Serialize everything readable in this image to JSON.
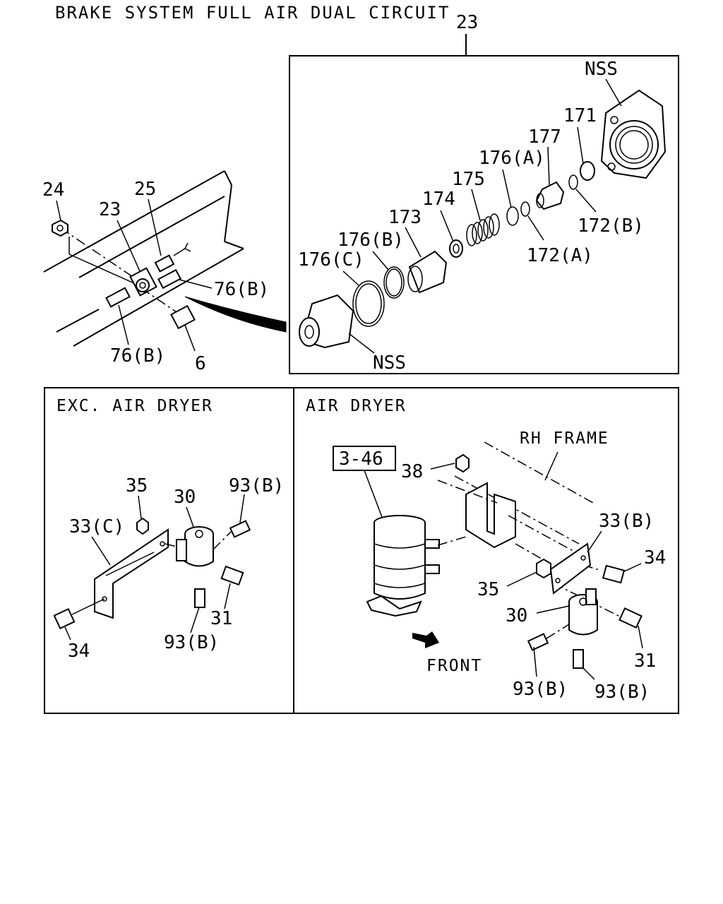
{
  "title": "BRAKE SYSTEM FULL AIR DUAL CIRCUIT",
  "top": {
    "callout": "23",
    "left_labels": {
      "l24": "24",
      "l25": "25",
      "l23": "23",
      "l76b_1": "76(B)",
      "l76b_2": "76(B)",
      "l6": "6"
    },
    "detail_labels": {
      "nss_top": "NSS",
      "l171": "171",
      "l177": "177",
      "l176a": "176(A)",
      "l175": "175",
      "l174": "174",
      "l173": "173",
      "l176b": "176(B)",
      "l176c": "176(C)",
      "l172b": "172(B)",
      "l172a": "172(A)",
      "nss_bottom": "NSS"
    }
  },
  "exc": {
    "title": "EXC. AIR DRYER",
    "labels": {
      "l35": "35",
      "l30": "30",
      "l93b_1": "93(B)",
      "l33c": "33(C)",
      "l31": "31",
      "l34": "34",
      "l93b_2": "93(B)"
    }
  },
  "air": {
    "title": "AIR DRYER",
    "ref": "3-46",
    "labels": {
      "rh_frame": "RH FRAME",
      "l38": "38",
      "l33b": "33(B)",
      "l34": "34",
      "l35": "35",
      "l30": "30",
      "l31": "31",
      "front": "FRONT",
      "l93b_1": "93(B)",
      "l93b_2": "93(B)"
    }
  }
}
